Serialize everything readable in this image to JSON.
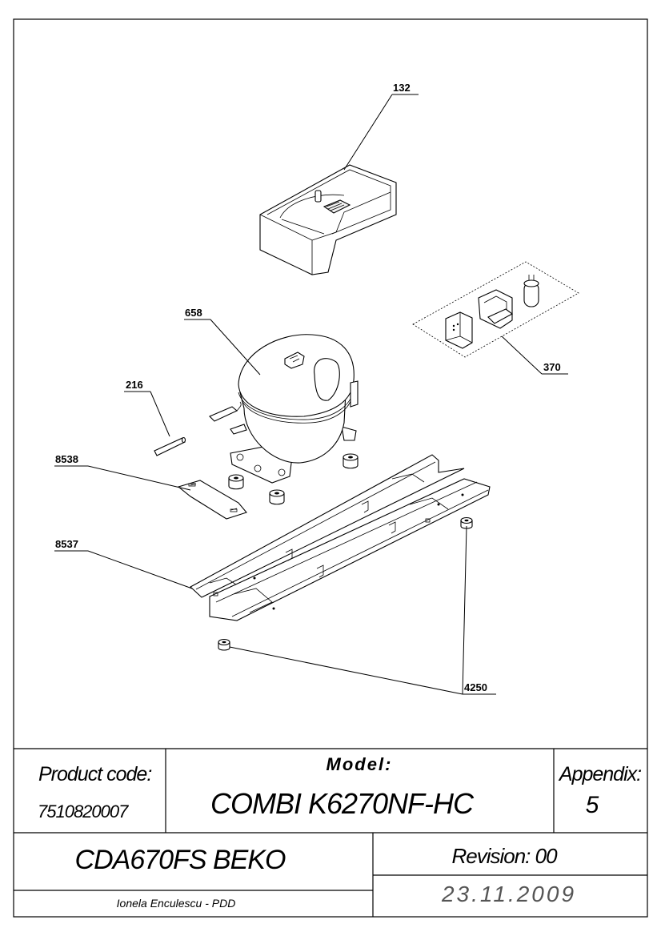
{
  "callouts": {
    "c132": "132",
    "c658": "658",
    "c370": "370",
    "c216": "216",
    "c8538": "8538",
    "c8537": "8537",
    "c4250": "4250"
  },
  "title_block": {
    "product_code_label": "Product code:",
    "product_code": "7510820007",
    "model_label": "Model:",
    "model": "COMBI K6270NF-HC",
    "appendix_label": "Appendix:",
    "appendix_number": "5",
    "product_name": "CDA670FS BEKO",
    "revision": "Revision: 00",
    "author": "Ionela Enculescu - PDD",
    "date": "23.11.2009"
  }
}
